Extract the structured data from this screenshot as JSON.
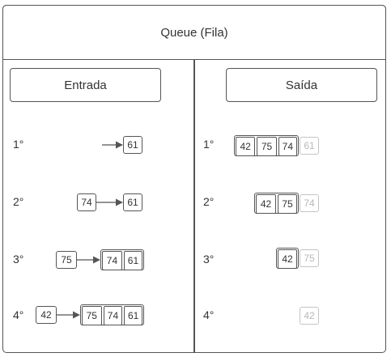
{
  "header": {
    "title": "Queue (Fila)"
  },
  "columns": {
    "entrada": "Entrada",
    "saida": "Saída"
  },
  "steps": [
    "1°",
    "2°",
    "3°",
    "4°"
  ],
  "entrada": [
    {
      "new": null,
      "queue": [
        "61"
      ]
    },
    {
      "new": "74",
      "queue": [
        "61"
      ]
    },
    {
      "new": "75",
      "queue": [
        "74",
        "61"
      ]
    },
    {
      "new": "42",
      "queue": [
        "75",
        "74",
        "61"
      ]
    }
  ],
  "saida": [
    {
      "queue": [
        "42",
        "75",
        "74"
      ],
      "removed": "61"
    },
    {
      "queue": [
        "42",
        "75"
      ],
      "removed": "74"
    },
    {
      "queue": [
        "42"
      ],
      "removed": "75"
    },
    {
      "queue": [],
      "removed": "42"
    }
  ],
  "colors": {
    "line": "#555555",
    "faded": "#c4c4c4",
    "text": "#333333"
  }
}
